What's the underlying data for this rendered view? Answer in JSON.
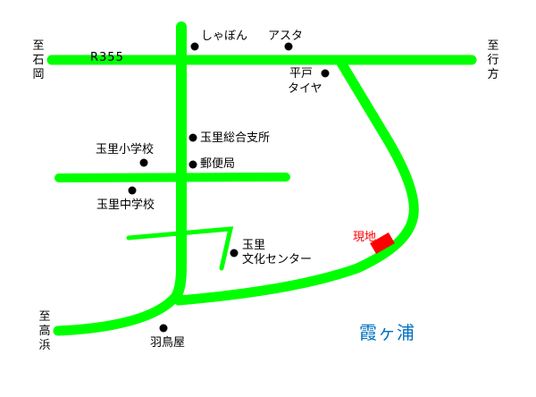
{
  "map": {
    "road_color": "#00ff00",
    "marker_color": "#000000",
    "site_color": "#ff0000",
    "lake_color": "#0070c0",
    "route_label": "R355",
    "directions": {
      "west": "至石岡",
      "east": "至行方",
      "southwest": "至高浜"
    },
    "landmarks": [
      {
        "name": "しゃぼん"
      },
      {
        "name": "アスタ"
      },
      {
        "name_line1": "平戸",
        "name_line2": "タイヤ"
      },
      {
        "name": "玉里総合支所"
      },
      {
        "name": "郵便局"
      },
      {
        "name": "玉里小学校"
      },
      {
        "name": "玉里中学校"
      },
      {
        "name_line1": "玉里",
        "name_line2": "文化センター"
      },
      {
        "name": "羽鳥屋"
      }
    ],
    "current_location": "現地",
    "lake": "霞ヶ浦"
  }
}
